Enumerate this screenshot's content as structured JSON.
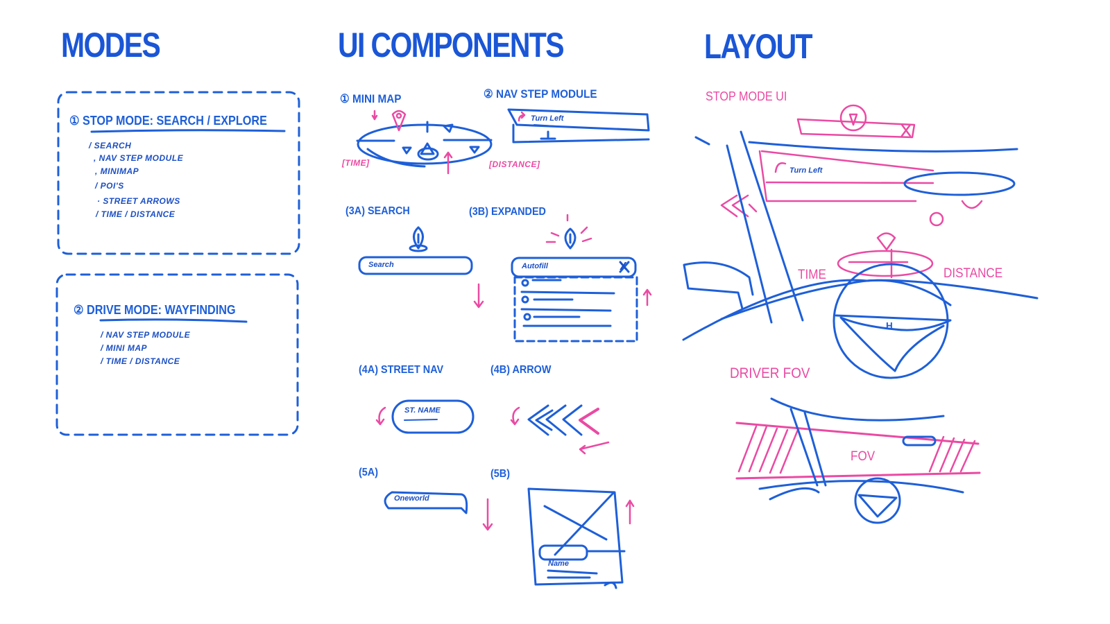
{
  "colors": {
    "blue_marker": "#1e5fd8",
    "pink_marker": "#ea4aa3",
    "board": "#ffffff"
  },
  "sections": {
    "modes": {
      "title": "MODES",
      "stop_mode": {
        "title": "① STOP MODE: SEARCH / EXPLORE",
        "items": [
          "/ SEARCH",
          ", NAV STEP MODULE",
          ", MINIMAP",
          "/ POI'S",
          "· STREET ARROWS",
          "/ TIME / DISTANCE"
        ]
      },
      "drive_mode": {
        "title": "② DRIVE MODE: WAYFINDING",
        "items": [
          "/ NAV STEP MODULE",
          "/ MINI MAP",
          "/ TIME / DISTANCE"
        ]
      }
    },
    "ui_components": {
      "title": "UI COMPONENTS",
      "mini_map": {
        "label": "① MINI MAP",
        "time": "[TIME]",
        "distance": "[DISTANCE]"
      },
      "nav_step": {
        "label": "② NAV STEP MODULE",
        "instruction": "Turn Left"
      },
      "search": {
        "label": "(3A) SEARCH",
        "placeholder": "Search"
      },
      "expanded": {
        "label": "(3B) EXPANDED",
        "field": "Autofill",
        "close": "X"
      },
      "street_nav": {
        "label": "(4A) STREET NAV",
        "street": "ST. NAME"
      },
      "arrow": {
        "label": "(4B) ARROW"
      },
      "five_a": {
        "label": "(5A)",
        "bubble": "Oneworld"
      },
      "five_b": {
        "label": "(5B)",
        "card_title": "Name"
      }
    },
    "layout": {
      "title": "LAYOUT",
      "stop_mode_ui": "STOP MODE UI",
      "time": "TIME",
      "distance": "DISTANCE",
      "driver_fov": "DRIVER FOV",
      "fov": "FOV",
      "nav_text": "Turn Left",
      "wheel_logo": "H"
    }
  }
}
